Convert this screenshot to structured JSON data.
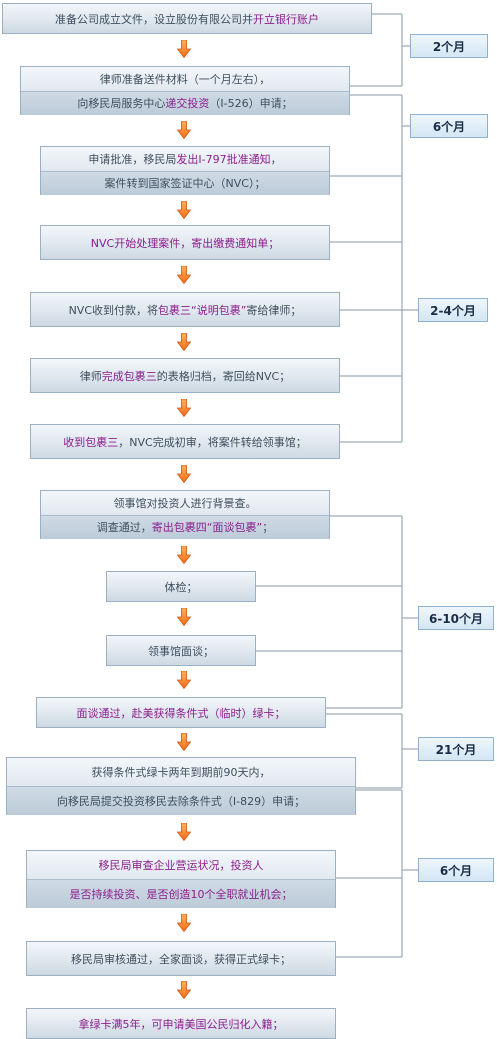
{
  "steps": [
    {
      "l1": [
        [
          "准备公司成立文件，设立股份有限公司并",
          false
        ],
        [
          "开立银行账户",
          true
        ]
      ]
    },
    {
      "l1": [
        [
          "律师准备送件材料（一个月左右），",
          false
        ]
      ],
      "l2": [
        [
          "向移民局服务中心",
          false
        ],
        [
          "递交投资",
          true
        ],
        [
          "（I-526）申请；",
          false
        ]
      ]
    },
    {
      "l1": [
        [
          "申请批准，移民局",
          false
        ],
        [
          "发出I-797批准通知",
          true
        ],
        [
          "，",
          false
        ]
      ],
      "l2": [
        [
          "案件转到国家签证中心（NVC）；",
          false
        ]
      ]
    },
    {
      "l1": [
        [
          "NVC开始处理案件，寄出缴费通知单；",
          true
        ]
      ]
    },
    {
      "l1": [
        [
          "NVC收到付款，将",
          false
        ],
        [
          "包裹三“说明包裹”",
          true
        ],
        [
          "寄给律师；",
          false
        ]
      ]
    },
    {
      "l1": [
        [
          "律师",
          false
        ],
        [
          "完成包裹三",
          true
        ],
        [
          "的表格归档，寄回给NVC；",
          false
        ]
      ]
    },
    {
      "l1": [
        [
          "收到包裹三",
          true
        ],
        [
          "，NVC完成初审，将案件转给领事馆；",
          false
        ]
      ]
    },
    {
      "l1": [
        [
          "领事馆对投资人进行背景查。",
          false
        ]
      ],
      "l2": [
        [
          "调查通过，",
          false
        ],
        [
          "寄出包裹四“面谈包裹”",
          true
        ],
        [
          "；",
          false
        ]
      ]
    },
    {
      "l1": [
        [
          "体检；",
          false
        ]
      ]
    },
    {
      "l1": [
        [
          "领事馆面谈；",
          false
        ]
      ]
    },
    {
      "l1": [
        [
          "面谈通过，赴美获得条件式（临时）绿卡；",
          true
        ]
      ]
    },
    {
      "l1": [
        [
          "获得条件式绿卡两年到期前90天内，",
          false
        ]
      ],
      "l2": [
        [
          "向移民局提交投资移民去除条件式（I-829）申请；",
          false
        ]
      ]
    },
    {
      "l1": [
        [
          "移民局审查企业营运状况，投资人",
          true
        ]
      ],
      "l2": [
        [
          "是否持续投资、是否创造10个全职就业机会；",
          true
        ]
      ]
    },
    {
      "l1": [
        [
          "移民局审核通过，全家面谈，获得正式绿卡；",
          false
        ]
      ]
    },
    {
      "l1": [
        [
          "拿绿卡满5年，可申请美国公民归化入籍；",
          true
        ]
      ]
    }
  ],
  "durations": [
    "2个月",
    "6个月",
    "2-4个月",
    "6-10个月",
    "21个月",
    "6个月"
  ],
  "colors": {
    "highlight": "#8b1e8e",
    "text": "#3e4e5e",
    "arrow": "#f26d1c",
    "connector": "#8a96a3"
  }
}
